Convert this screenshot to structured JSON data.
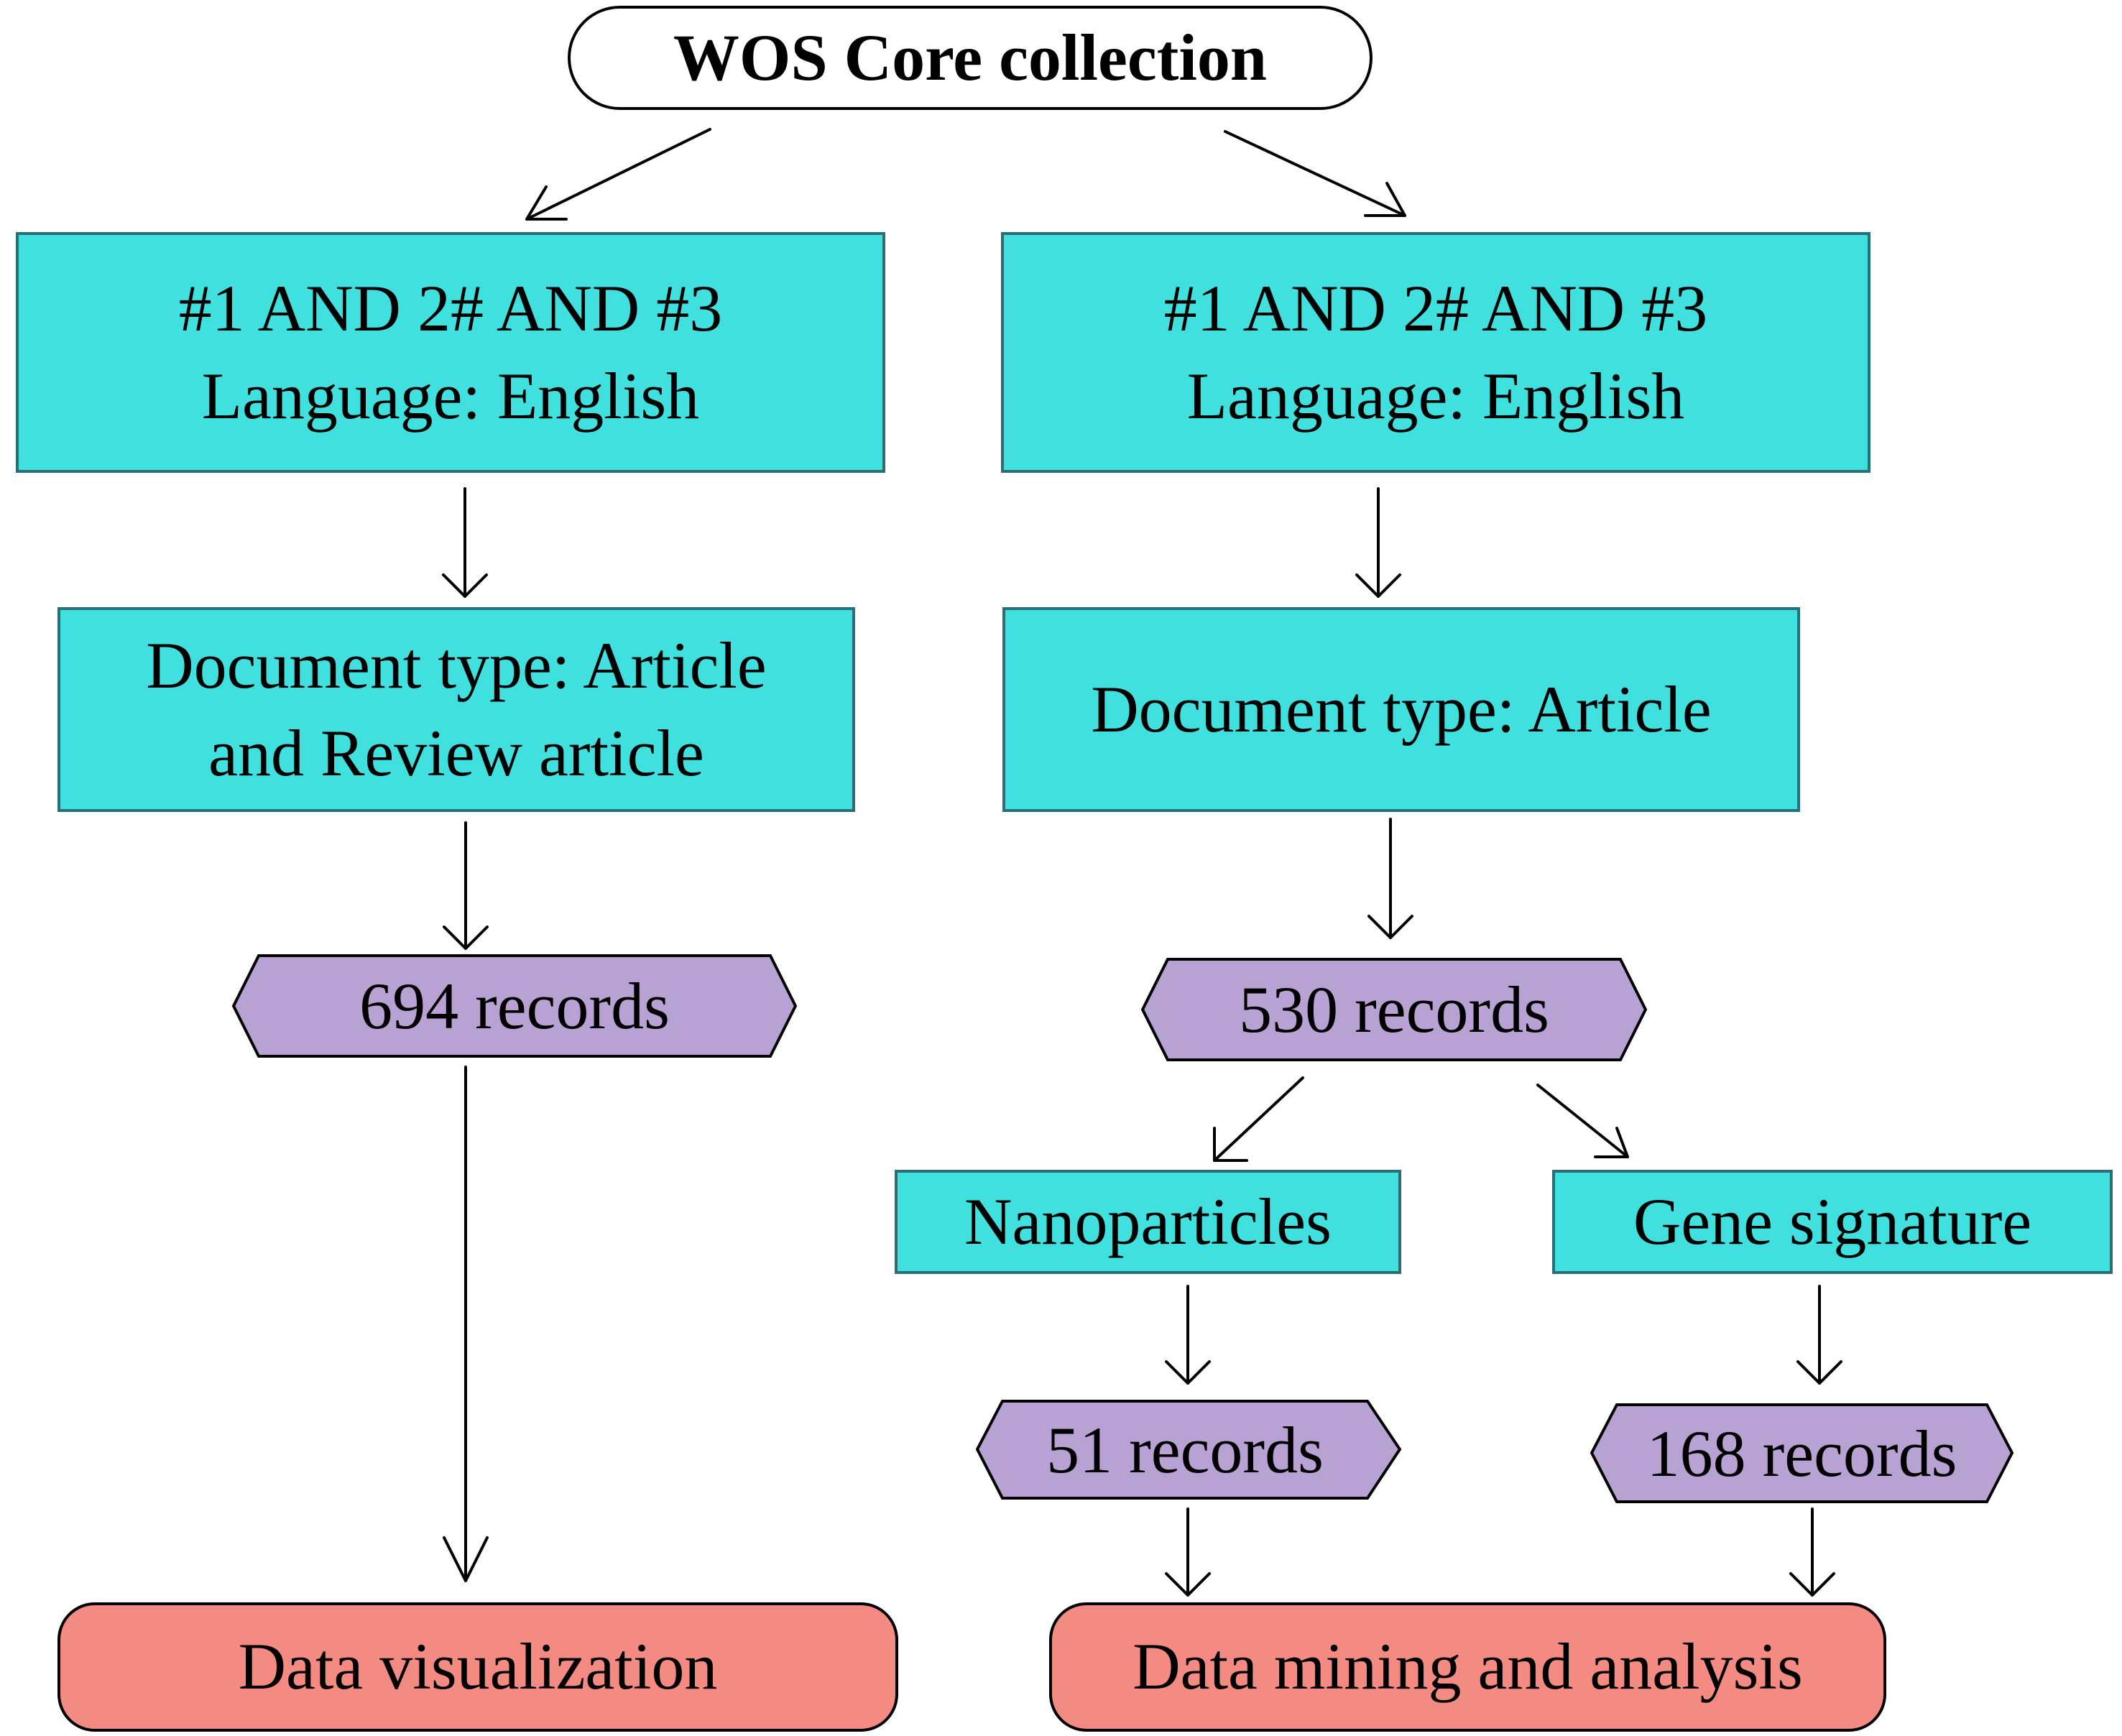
{
  "diagram": {
    "type": "flowchart",
    "colors": {
      "query_box": "#40E0DF",
      "records_hexagon": "#B8A2D3",
      "output_box": "#F38B82"
    },
    "source": {
      "label": "WOS Core collection"
    },
    "left_branch": {
      "query": {
        "line1": "#1 AND 2# AND #3",
        "line2": "Language: English"
      },
      "doctype": {
        "line1": "Document type: Article",
        "line2": "and Review article"
      },
      "records": {
        "label": "694 records"
      },
      "output": {
        "label": "Data visualization"
      }
    },
    "right_branch": {
      "query": {
        "line1": "#1 AND 2# AND #3",
        "line2": "Language: English"
      },
      "doctype": {
        "label": "Document type: Article"
      },
      "records": {
        "label": "530 records"
      },
      "sub_left": {
        "topic": {
          "label": "Nanoparticles"
        },
        "records": {
          "label": "51 records"
        }
      },
      "sub_right": {
        "topic": {
          "label": "Gene signature"
        },
        "records": {
          "label": "168 records"
        }
      },
      "output": {
        "label": "Data mining and analysis"
      }
    }
  }
}
